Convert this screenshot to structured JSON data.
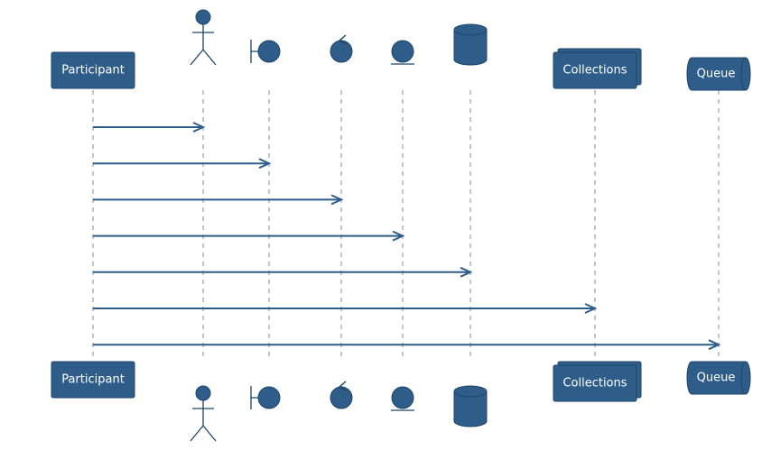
{
  "colors": {
    "fill": "#2f5d8a",
    "stroke": "#1f4468",
    "lifeline": "#8a8a8a",
    "arrow": "#2f5d8a",
    "text": "#ffffff"
  },
  "participants": [
    {
      "id": "participant",
      "kind": "participant",
      "label": "Participant"
    },
    {
      "id": "actor",
      "kind": "actor",
      "label": ""
    },
    {
      "id": "boundary",
      "kind": "boundary",
      "label": ""
    },
    {
      "id": "control",
      "kind": "control",
      "label": ""
    },
    {
      "id": "entity",
      "kind": "entity",
      "label": ""
    },
    {
      "id": "database",
      "kind": "database",
      "label": ""
    },
    {
      "id": "collections",
      "kind": "collections",
      "label": "Collections"
    },
    {
      "id": "queue",
      "kind": "queue",
      "label": "Queue"
    }
  ],
  "messages": [
    {
      "from": "participant",
      "to": "actor",
      "label": ""
    },
    {
      "from": "participant",
      "to": "boundary",
      "label": ""
    },
    {
      "from": "participant",
      "to": "control",
      "label": ""
    },
    {
      "from": "participant",
      "to": "entity",
      "label": ""
    },
    {
      "from": "participant",
      "to": "database",
      "label": ""
    },
    {
      "from": "participant",
      "to": "collections",
      "label": ""
    },
    {
      "from": "participant",
      "to": "queue",
      "label": ""
    }
  ]
}
